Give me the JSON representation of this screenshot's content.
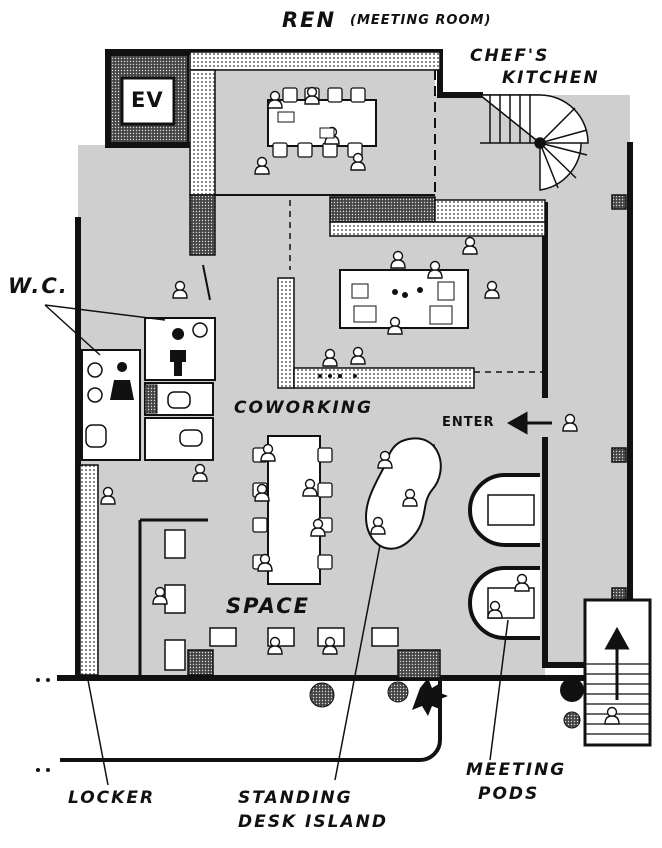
{
  "labels": {
    "ren": "REN",
    "meeting_room": "(MEETING ROOM)",
    "chefs": "CHEF'S",
    "kitchen": "KITCHEN",
    "ev": "EV",
    "wc": "W.C.",
    "coworking": "COWORKING",
    "enter": "ENTER",
    "space": "SPACE",
    "meeting": "MEETING",
    "pods": "PODS",
    "locker": "LOCKER",
    "standing": "STANDING",
    "desk_island": "DESK ISLAND"
  },
  "icons": {
    "arrow_left": "arrow-left-icon",
    "arrow_up": "arrow-up-icon"
  }
}
